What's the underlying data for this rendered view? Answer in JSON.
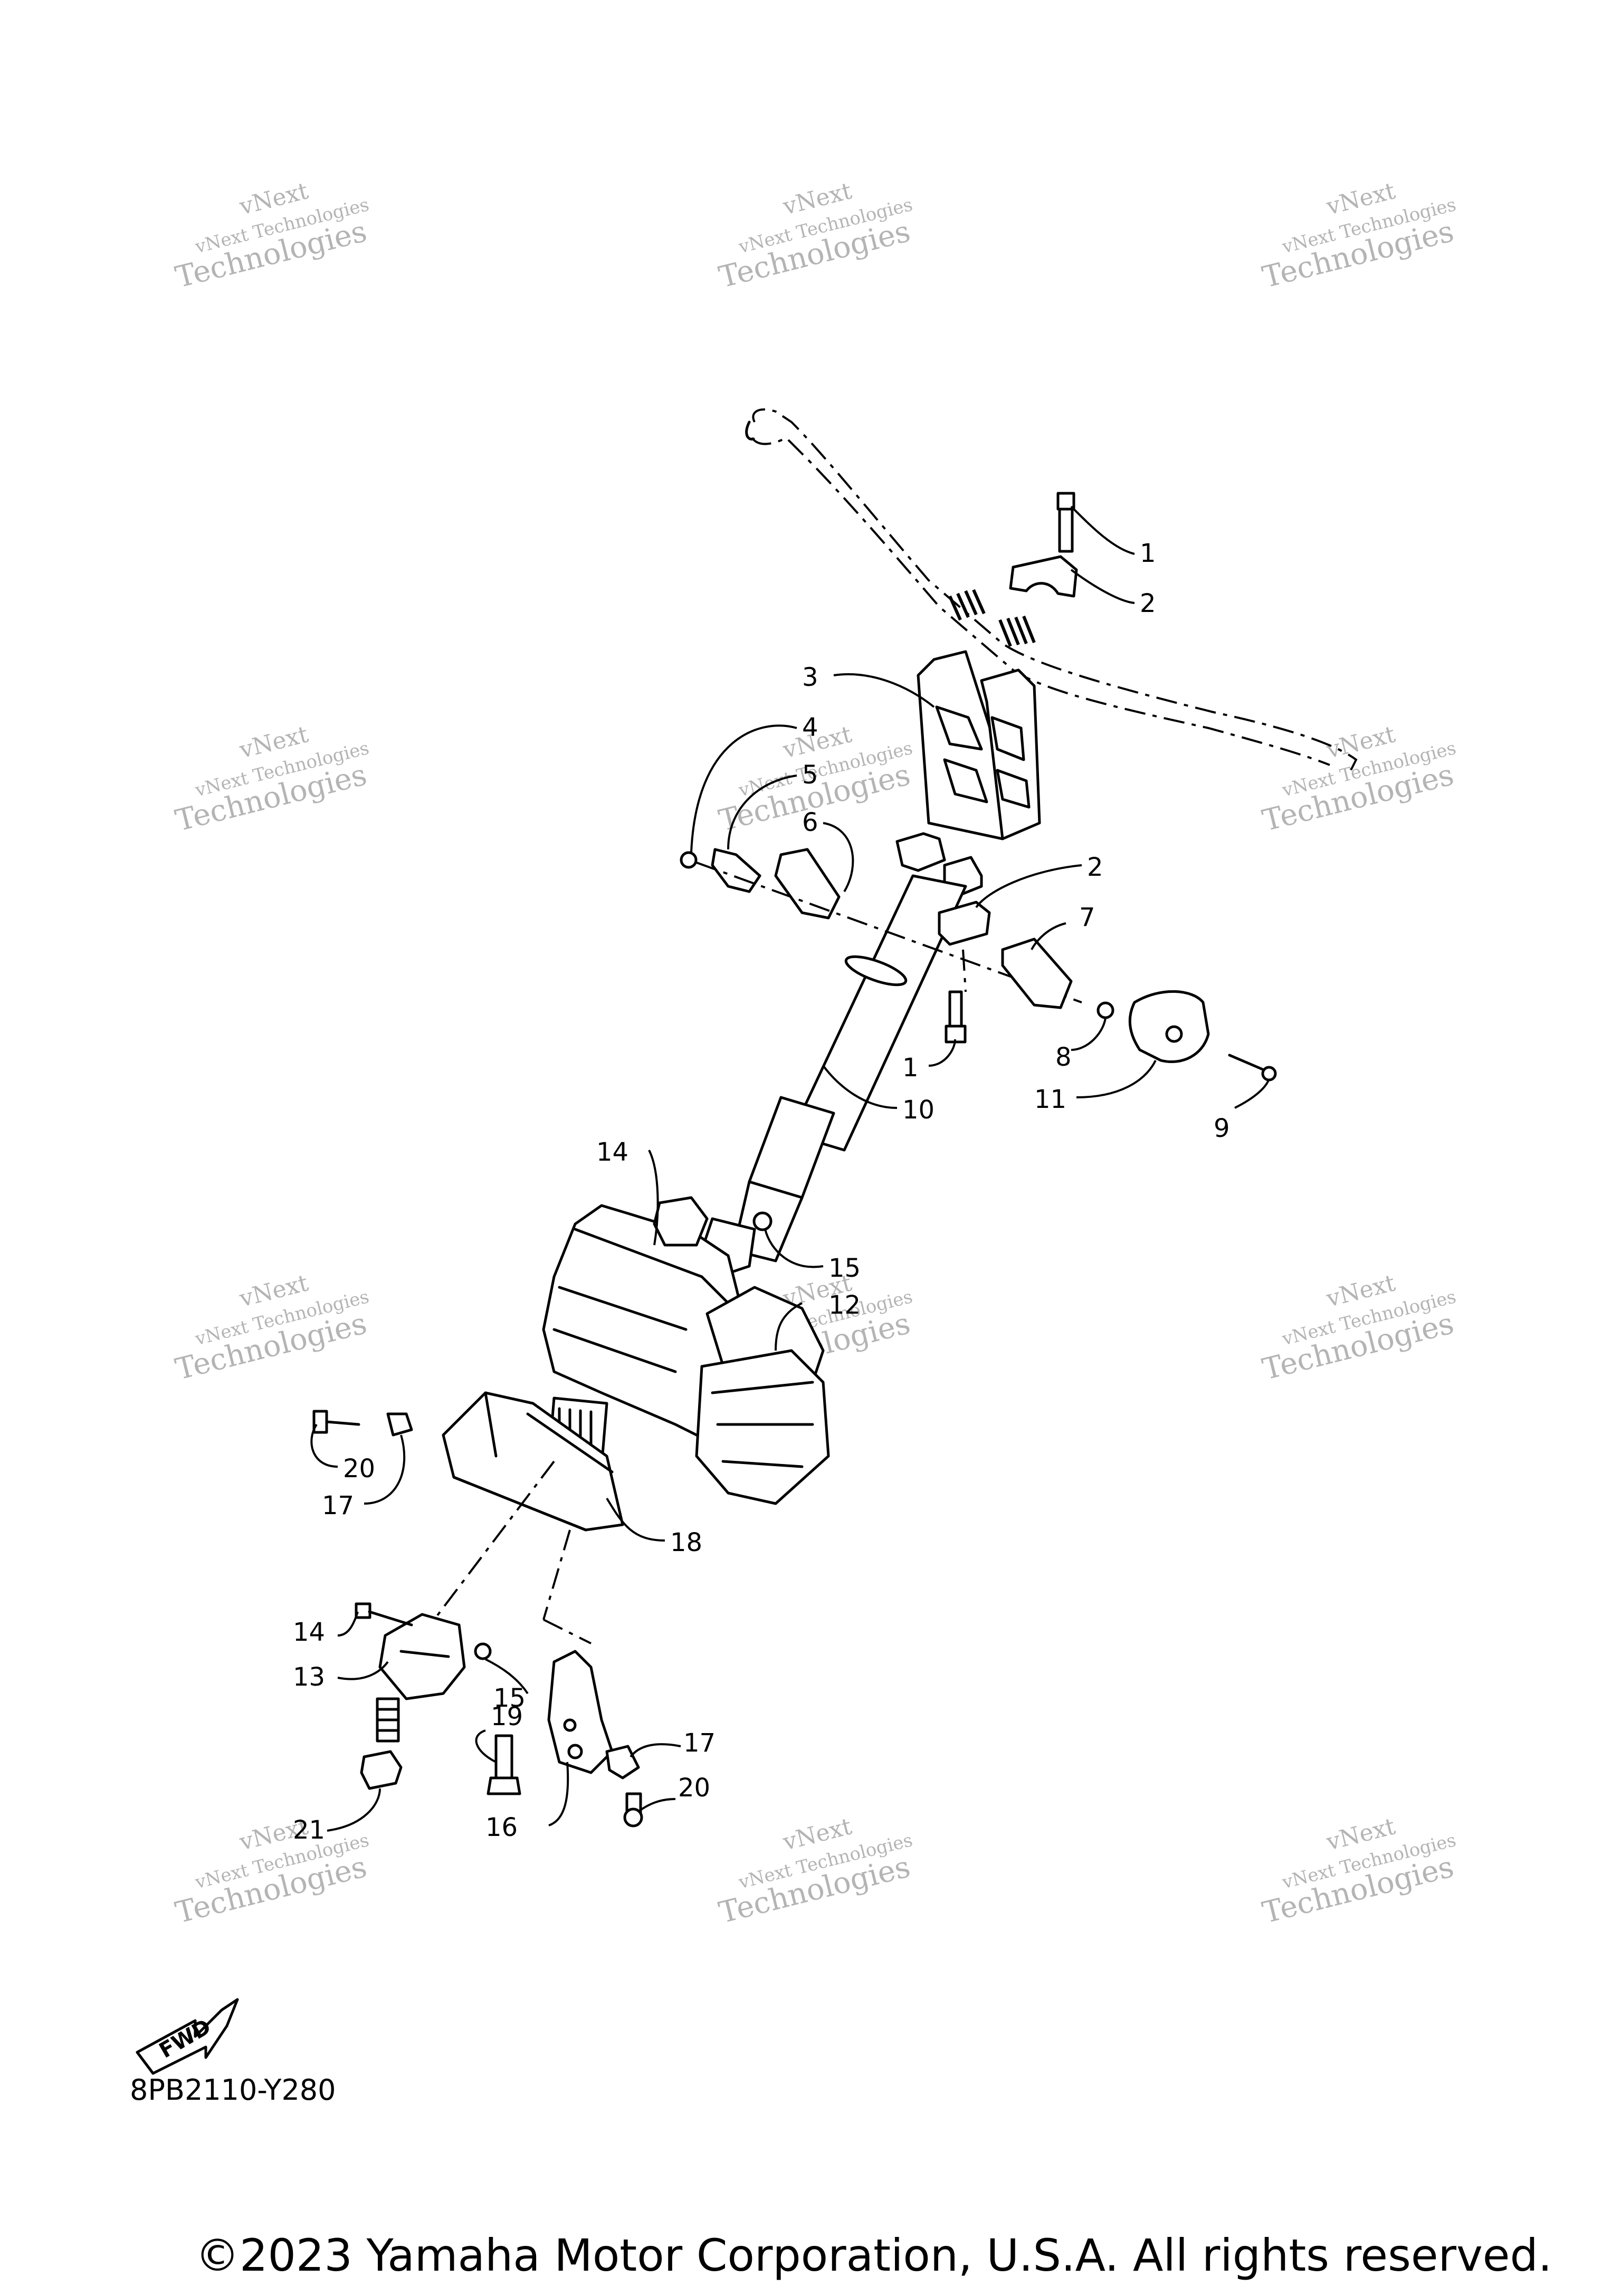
{
  "diagram_code": "8PB2110-Y280",
  "copyright": "©2023 Yamaha Motor Corporation, U.S.A. All rights reserved.",
  "watermark": {
    "line1": "vNext",
    "line2": "vNext Technologies",
    "line3": "Technologies"
  },
  "fwd_label": "FWD",
  "callouts": [
    "1",
    "2",
    "3",
    "4",
    "5",
    "6",
    "2",
    "7",
    "1",
    "8",
    "11",
    "9",
    "10",
    "14",
    "15",
    "12",
    "20",
    "17",
    "18",
    "14",
    "13",
    "15",
    "19",
    "17",
    "20",
    "16",
    "21"
  ]
}
